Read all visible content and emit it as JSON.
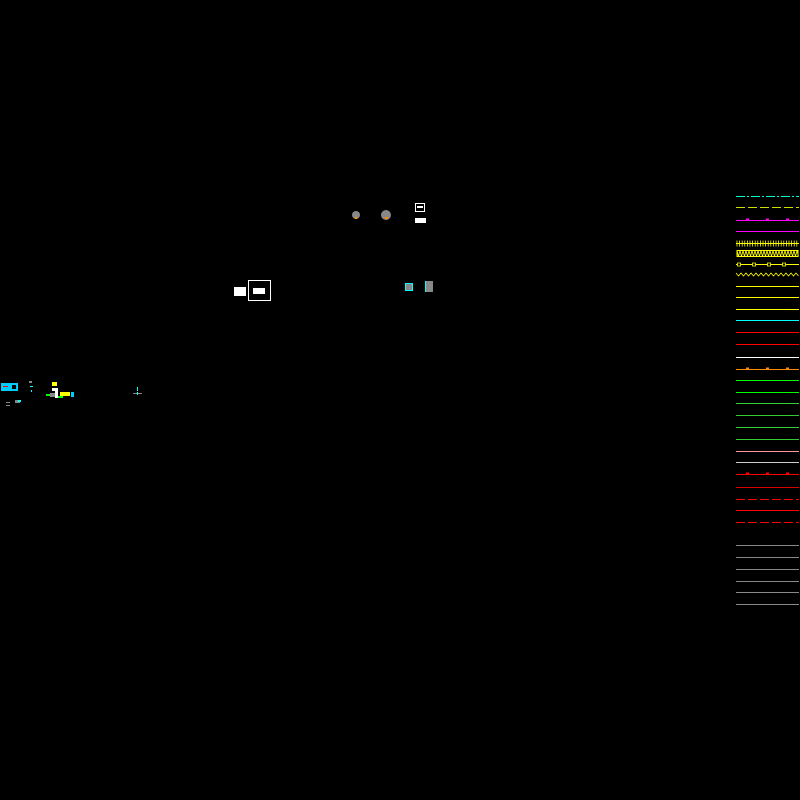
{
  "background": "#000000",
  "linetype_legend": [
    {
      "style": "dashdot",
      "color": "#00ffcc"
    },
    {
      "style": "dashed",
      "color": "#ccdd00"
    },
    {
      "style": "ticks",
      "color": "#ff00ff"
    },
    {
      "style": "solid",
      "color": "#ff00ff"
    },
    {
      "style": "hatch",
      "color": "#ffff00"
    },
    {
      "style": "zigzagfill",
      "color": "#ffff00"
    },
    {
      "style": "circles",
      "color": "#ffff00"
    },
    {
      "style": "wave",
      "color": "#ffff00"
    },
    {
      "style": "solid",
      "color": "#ffff00"
    },
    {
      "style": "solid",
      "color": "#ffff00"
    },
    {
      "style": "solid",
      "color": "#ffff00"
    },
    {
      "style": "solid",
      "color": "#00ffff"
    },
    {
      "style": "solid",
      "color": "#ff0000"
    },
    {
      "style": "solid",
      "color": "#ff0000"
    },
    {
      "style": "solid",
      "color": "#ffffff"
    },
    {
      "style": "ticks",
      "color": "#ff8800"
    },
    {
      "style": "solid",
      "color": "#00ff00"
    },
    {
      "style": "solid",
      "color": "#00ff00"
    },
    {
      "style": "solid",
      "color": "#33cc33"
    },
    {
      "style": "solid",
      "color": "#33cc33"
    },
    {
      "style": "solid",
      "color": "#33cc33"
    },
    {
      "style": "solid",
      "color": "#33cc33"
    },
    {
      "style": "solid",
      "color": "#ff9999"
    },
    {
      "style": "solid",
      "color": "#cccccc"
    },
    {
      "style": "ticks",
      "color": "#ff0000"
    },
    {
      "style": "solid",
      "color": "#dd0000"
    },
    {
      "style": "dashed",
      "color": "#ff0000"
    },
    {
      "style": "solid",
      "color": "#ff0000"
    },
    {
      "style": "dashed",
      "color": "#ff0000"
    },
    {
      "style": "solid",
      "color": "#888888"
    },
    {
      "style": "solid",
      "color": "#888888"
    },
    {
      "style": "solid",
      "color": "#888888"
    },
    {
      "style": "solid",
      "color": "#888888"
    },
    {
      "style": "solid",
      "color": "#888888"
    },
    {
      "style": "solid",
      "color": "#888888"
    }
  ]
}
